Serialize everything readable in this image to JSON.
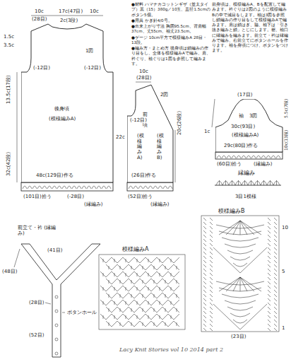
{
  "diagram": {
    "nodes": [
      {
        "text": [
          "後身頃",
          "(模様編みA)"
        ]
      },
      {
        "text": [
          "前身頃",
          "(模様編みA)",
          "(模様編みB)"
        ]
      },
      {
        "text": [
          "袖",
          "(模様編みA)"
        ]
      }
    ],
    "labels": [
      "●材料 ハマナカコットンギザ（並太タイプ）黒（15）380g／10玉、直径1.5cmのボタン5個。",
      "●用具 かぎ針4/0号。",
      "●出来上がり寸法 胸囲95.5cm、背肩幅37cm、丈55cm、袖丈23.5cm。",
      "●ゲージ 10cm平方で模様編みA 28目・13段。",
      "●編み方・まとめ方 後身頃は鎖編みの作り目をし、全体を模様編みAで編み、肩、衿ぐり、袖ぐりは1図を参照して編みます。",
      "前身頃は、模様編みA、Bを配置して編みます。衿ぐりは2図のように模様編みBの中で減目をします。袖は3図を参照し鎖編みの作り目をして模様編みAで編みます。肩は鎖はぎ、脇、袖下は「引き抜き編みと鎖」とじにします。裾、袖口に縁編みを編みます。前立て・衿は縁編みで編み、右前立てにボタンホールを作ります。袖を身頃につけ、ボタンをつけます。",
      "10c",
      "17c(47目)",
      "10c",
      "(28目)",
      "2c(3段)",
      "1.5c",
      "3.5c",
      "13.5c(17段)",
      "(-12目)",
      "1図",
      "32c(42段)",
      "(-12目)",
      "48c(129目)作る",
      "(101目)拾う",
      "(-28目)",
      "(縁編み)",
      "10c",
      "(28目)",
      "20c(26段)",
      "(-12目)",
      "2図",
      "(26目)作る",
      "(52目)拾う",
      "(縁編み)",
      "(17目)",
      "3図",
      "10c(13段)",
      "5.5c(7段)",
      "1c",
      "30c(93目)",
      "29c(80目)作る",
      "(60目)拾う",
      "(縁編み)",
      "縁編み",
      "3目1模様",
      "前立て・衿 (縁編み)",
      "(41目)",
      "(48目)",
      "(28目)",
      "ボタンホール",
      "(52目)",
      "模様編みA",
      "模様編みB",
      "(23目)",
      "10",
      "5",
      "1",
      "Lacy Knit Stories vol 10 2014 part 2",
      "22c"
    ]
  }
}
